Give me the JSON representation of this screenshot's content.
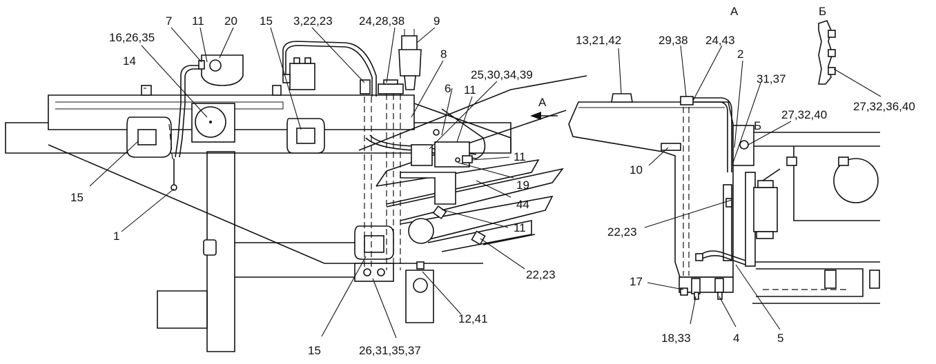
{
  "callouts": {
    "c16_26_35": "16,26,35",
    "c7": "7",
    "c11_top": "11",
    "c20": "20",
    "c15_top": "15",
    "c3_22_23": "3,22,23",
    "c24_28_38": "24,28,38",
    "c9": "9",
    "c8": "8",
    "c14": "14",
    "c25_30_34_39": "25,30,34,39",
    "c6": "6",
    "c11_mid": "11",
    "c11_right": "11",
    "c19": "19",
    "c44": "44",
    "c11_low": "11",
    "c22_23_left": "22,23",
    "c15_left": "15",
    "c1": "1",
    "c15_bottom": "15",
    "c26_31_35_37": "26,31,35,37",
    "c12_41": "12,41",
    "c13_21_42": "13,21,42",
    "c29_38": "29,38",
    "c24_43": "24,43",
    "c2": "2",
    "c31_37": "31,37",
    "c27_32_40": "27,32,40",
    "c10": "10",
    "c22_23_right": "22,23",
    "c17": "17",
    "c18_33": "18,33",
    "c4": "4",
    "c5": "5",
    "c27_32_36_40": "27,32,36,40"
  },
  "view_labels": {
    "view_a_title": "А",
    "view_b_title": "Б",
    "arrow_a": "А",
    "section_b": "Б"
  }
}
